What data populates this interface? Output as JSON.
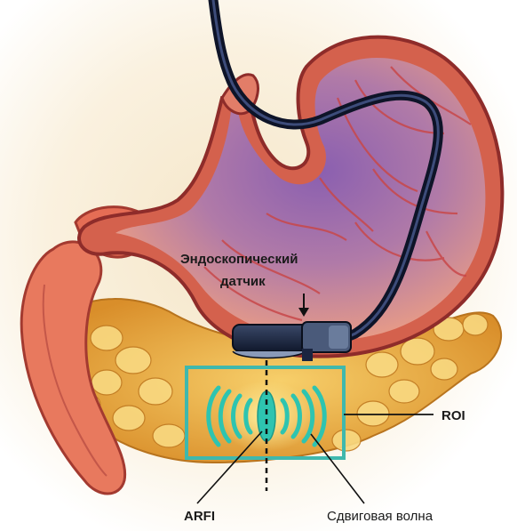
{
  "labels": {
    "probe_line1": "Эндоскопический",
    "probe_line2": "датчик",
    "roi": "ROI",
    "arfi": "ARFI",
    "shear_wave": "Сдвиговая волна"
  },
  "colors": {
    "roi_box": "#3fb8ad",
    "wave": "#2ec4b0",
    "stomach_outer": "#c9524a",
    "stomach_inner": "#7a5aa8",
    "endoscope": "#1f2a4a",
    "pancreas": "#e8a93a"
  }
}
